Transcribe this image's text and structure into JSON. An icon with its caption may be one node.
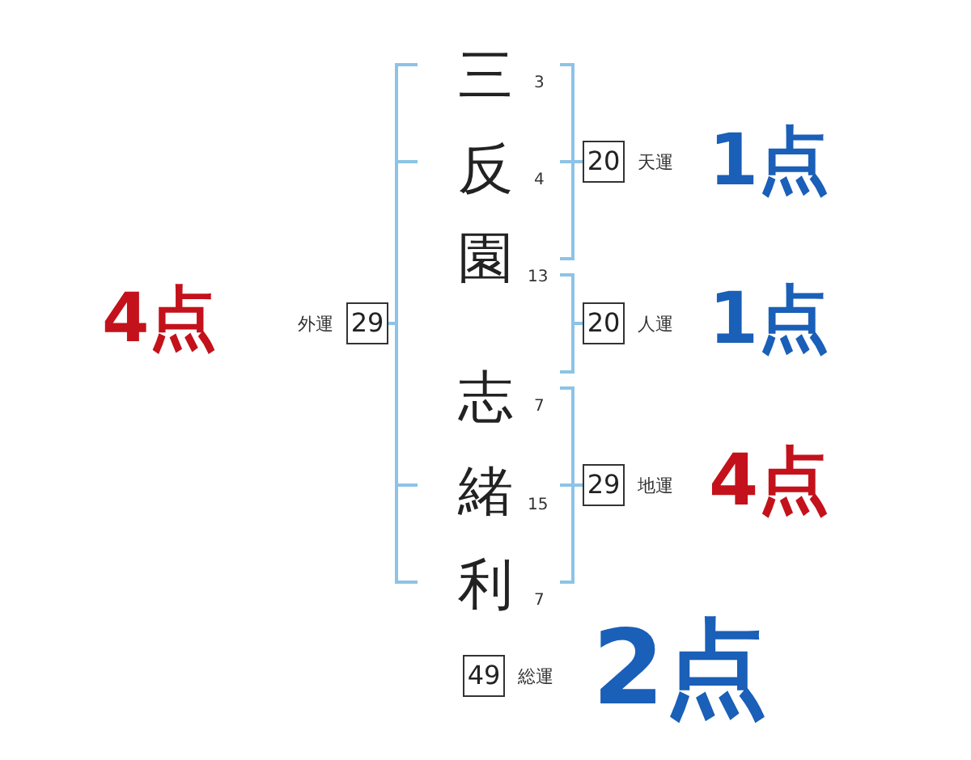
{
  "diagram": {
    "nodes": [
      {
        "text": [
          "20"
        ],
        "beside": [
          "天運"
        ]
      },
      {
        "text": [
          "29"
        ],
        "beside": [
          "外運"
        ]
      },
      {
        "text": [
          "20"
        ],
        "beside": [
          "人運"
        ]
      },
      {
        "text": [
          "29"
        ],
        "beside": [
          "地運"
        ]
      },
      {
        "text": [
          "49"
        ],
        "beside": [
          "総運"
        ]
      }
    ],
    "labels": [
      "三",
      "3",
      "反",
      "4",
      "1点",
      "4点",
      "園",
      "13",
      "1点",
      "志",
      "7",
      "緒",
      "15",
      "4点",
      "利",
      "7",
      "2点"
    ]
  }
}
